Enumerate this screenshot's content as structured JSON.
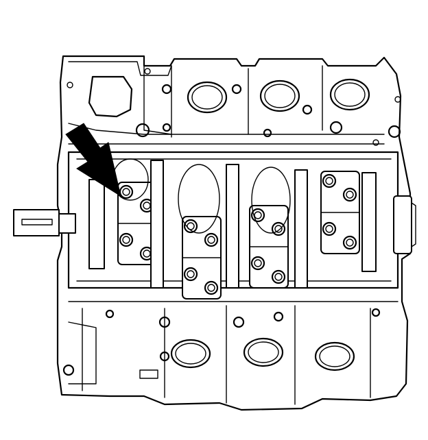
{
  "figure": {
    "subject": "engine-block-underside",
    "callout": {
      "icon": "arrow-pointer-icon",
      "target": "main-bearing-cap-bolt-1"
    },
    "colors": {
      "line": "#000000",
      "background": "#ffffff"
    },
    "main_bearing_caps": 4,
    "bolts_per_cap": 4
  }
}
